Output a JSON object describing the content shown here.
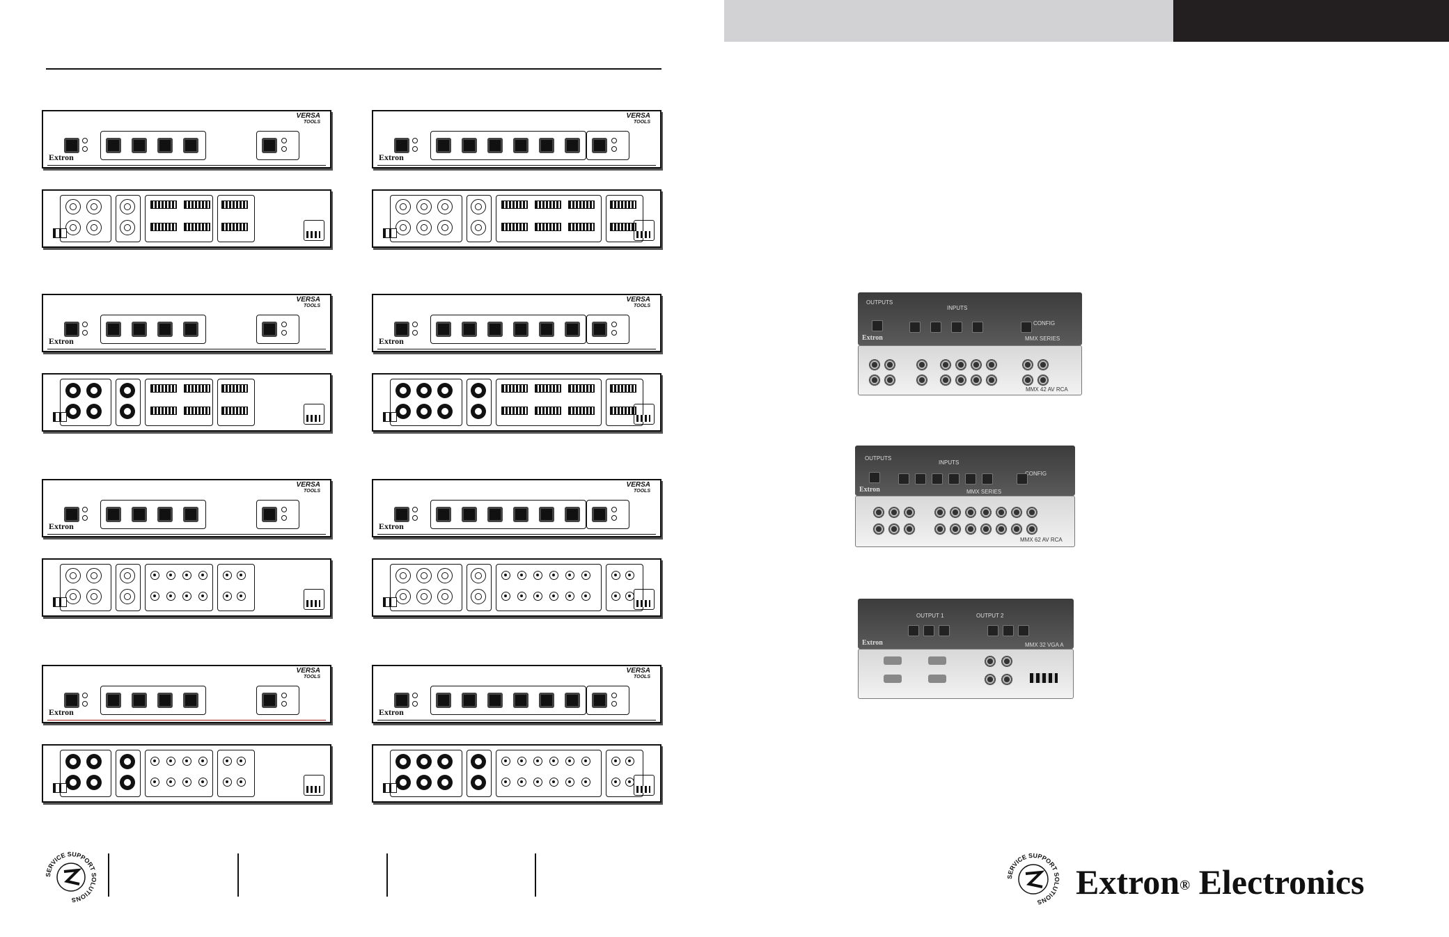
{
  "left_page": {
    "front_panel": {
      "brand_text": "Extron",
      "logo_text_top": "VERSA",
      "logo_text_bottom": "TOOLS"
    },
    "models": [
      {
        "row": 1,
        "left_rear": "bnc",
        "right_rear": "bnc",
        "rear_io": "terminal"
      },
      {
        "row": 2,
        "left_rear": "svideo",
        "right_rear": "svideo",
        "rear_io": "terminal"
      },
      {
        "row": 3,
        "left_rear": "bnc",
        "right_rear": "bnc",
        "rear_io": "rca"
      },
      {
        "row": 4,
        "left_rear": "svideo",
        "right_rear": "svideo",
        "rear_io": "rca"
      }
    ],
    "footer_seal_text": "SERVICE SUPPORT SOLUTIONS"
  },
  "right_page": {
    "header_colors": {
      "band": "#d2d2d4",
      "block": "#231f20"
    },
    "photos": [
      {
        "front_label": "OUTPUTS",
        "inputs_label": "INPUTS",
        "configs_label": "CONFIG",
        "series_label": "MMX SERIES",
        "model_label": "MMX 42 AV RCA"
      },
      {
        "front_label": "OUTPUTS",
        "inputs_label": "INPUTS",
        "configs_label": "CONFIG",
        "series_label": "MMX SERIES",
        "model_label": "MMX 62 AV RCA"
      },
      {
        "front_label": "",
        "inputs_label": "OUTPUT 1",
        "configs_label": "OUTPUT 2",
        "series_label": "MMX 32 VGA A",
        "model_label": ""
      }
    ],
    "brand": {
      "name": "Extron",
      "registered": "®",
      "suffix": " Electronics"
    },
    "footer_seal_text": "SERVICE SUPPORT SOLUTIONS"
  }
}
